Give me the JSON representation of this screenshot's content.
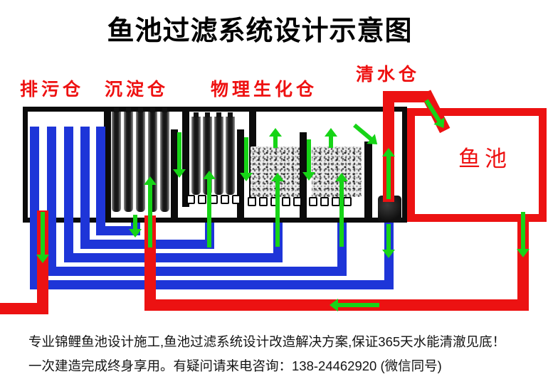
{
  "title": "鱼池过滤系统设计示意图",
  "chambers": {
    "drain": "排污仓",
    "sedimentation": "沉淀仓",
    "bio": "物理生化仓",
    "clean": "清水仓"
  },
  "pond_label": "鱼池",
  "footer": {
    "line1": "专业锦鲤鱼池设计施工,鱼池过滤系统设计改造解决方案,保证365天水能清澈见底！",
    "line2": "一次建造完成终身享用。有疑问请来电咨询：138-24462920 (微信同号)"
  },
  "colors": {
    "blue": "#1e35d8",
    "red": "#ec1212",
    "green": "#17d417",
    "black": "#0b0b0b",
    "labelred": "#ee1111"
  }
}
